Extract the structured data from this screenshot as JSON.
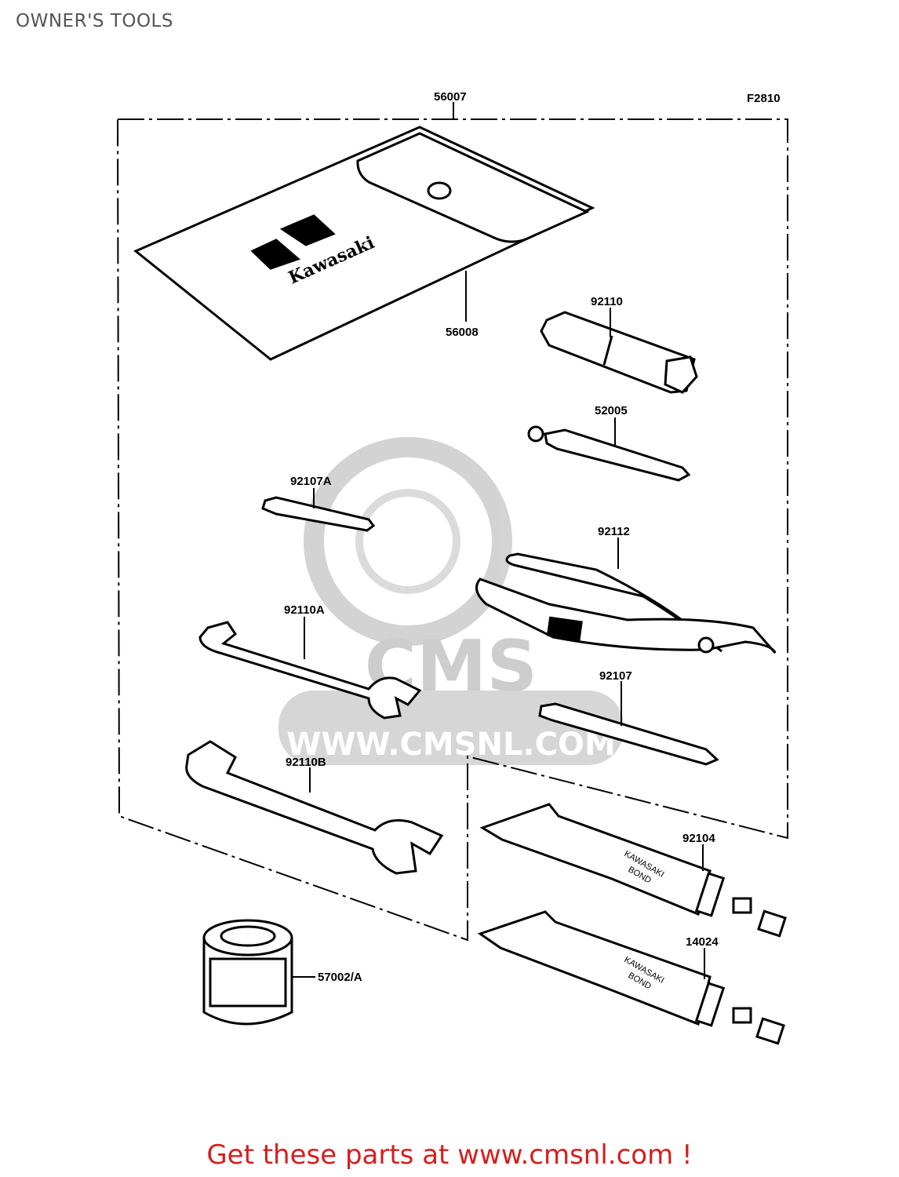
{
  "page": {
    "title": "OWNER'S TOOLS",
    "footer_link": "Get these parts at www.cmsnl.com !"
  },
  "diagram": {
    "figure_code": "F2810",
    "pouch_brand": "Kawasaki",
    "tube_label_line1": "KAWASAKI",
    "tube_label_line2": "BOND",
    "watermark": {
      "logo": "CMS",
      "url": "WWW.CMSNL.COM"
    },
    "parts": [
      {
        "number": "56007"
      },
      {
        "number": "56008"
      },
      {
        "number": "92110"
      },
      {
        "number": "52005"
      },
      {
        "number": "92107A"
      },
      {
        "number": "92112"
      },
      {
        "number": "92110A"
      },
      {
        "number": "92107"
      },
      {
        "number": "92110B"
      },
      {
        "number": "92104"
      },
      {
        "number": "14024"
      },
      {
        "number": "57002/A"
      }
    ]
  },
  "colors": {
    "footer": "#d61e1e",
    "title": "#555555",
    "watermark": "#c8c8c8"
  }
}
